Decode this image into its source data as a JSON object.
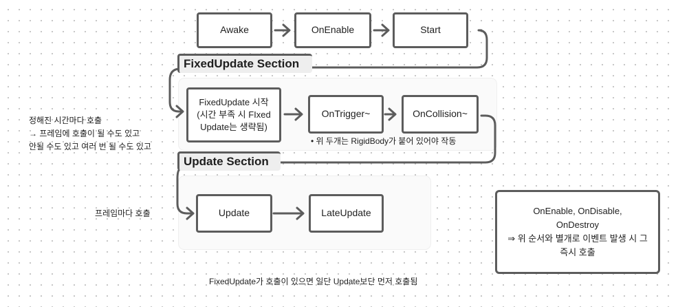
{
  "nodes": {
    "awake": "Awake",
    "onenable": "OnEnable",
    "start": "Start",
    "fixedupdate_start": [
      "FixedUpdate 시작",
      "(시간 부족 시 FIxed",
      "Update는 생략됨)"
    ],
    "ontrigger": "OnTrigger~",
    "oncollision": "OnCollision~",
    "update": "Update",
    "lateupdate": "LateUpdate",
    "events": [
      "OnEnable, OnDisable,",
      "OnDestroy",
      "⇒ 위 순서와 별개로 이벤트 발생 시 그",
      "즉시 호출"
    ]
  },
  "sections": {
    "fixed": "FixedUpdate Section",
    "update": "Update Section"
  },
  "notes": {
    "fixed_left": [
      "정해진 시간마다 호출",
      "→ 프레임에 호출이 될 수도 있고",
      "안될 수도 있고 여러 번 될 수도 있고"
    ],
    "update_left": "프레임마다 호출",
    "rigidbody": "•  위 두개는 RigidBody가 붙어 있어야 작동",
    "bottom": "FixedUpdate가 호출이 있으면 일단 Update보단 먼저 호출됨"
  },
  "colors": {
    "stroke": "#5c5c5c",
    "section_bg": "#eeeeee",
    "panel_bg": "#fafafa"
  }
}
